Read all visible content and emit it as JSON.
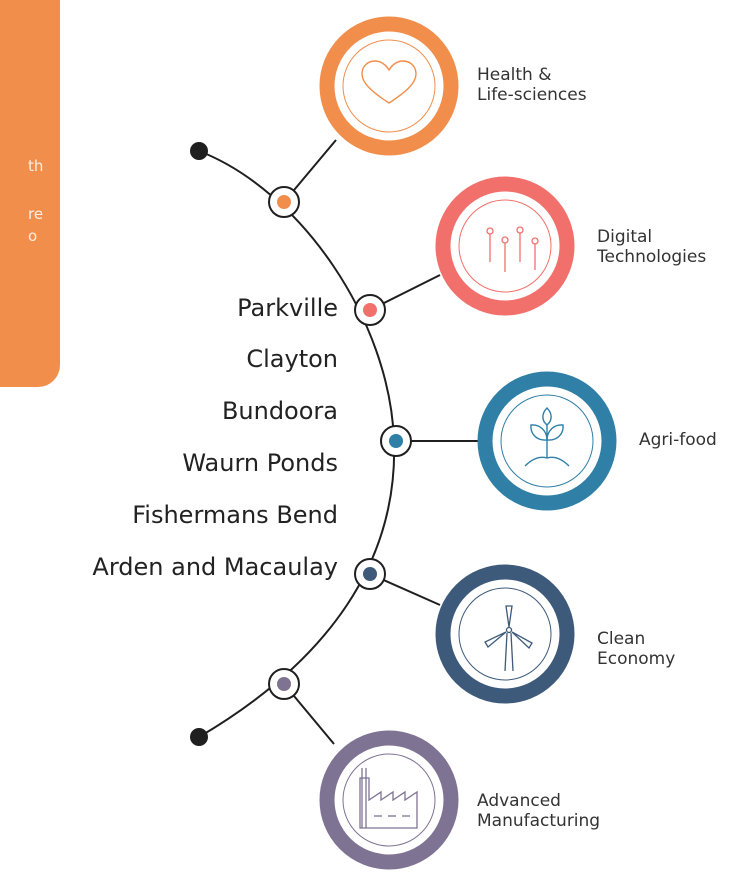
{
  "side_panel": {
    "fragments": [
      "th",
      "re",
      "o"
    ],
    "color": "#f28e4b"
  },
  "precincts": [
    "Parkville",
    "Clayton",
    "Bundoora",
    "Waurn Ponds",
    "Fishermans Bend",
    "Arden and Macaulay"
  ],
  "sectors": [
    {
      "lines": [
        "Health &",
        "Life-sciences"
      ],
      "color": "#f28e4b",
      "icon": "heart-icon"
    },
    {
      "lines": [
        "Digital",
        "Technologies"
      ],
      "color": "#f2706b",
      "icon": "circuit-icon"
    },
    {
      "lines": [
        "Agri-food"
      ],
      "color": "#2f7fa6",
      "icon": "sprout-icon"
    },
    {
      "lines": [
        "Clean",
        "Economy"
      ],
      "color": "#3d5a7a",
      "icon": "wind-turbine-icon"
    },
    {
      "lines": [
        "Advanced",
        "Manufacturing"
      ],
      "color": "#7f7393",
      "icon": "factory-icon"
    }
  ]
}
